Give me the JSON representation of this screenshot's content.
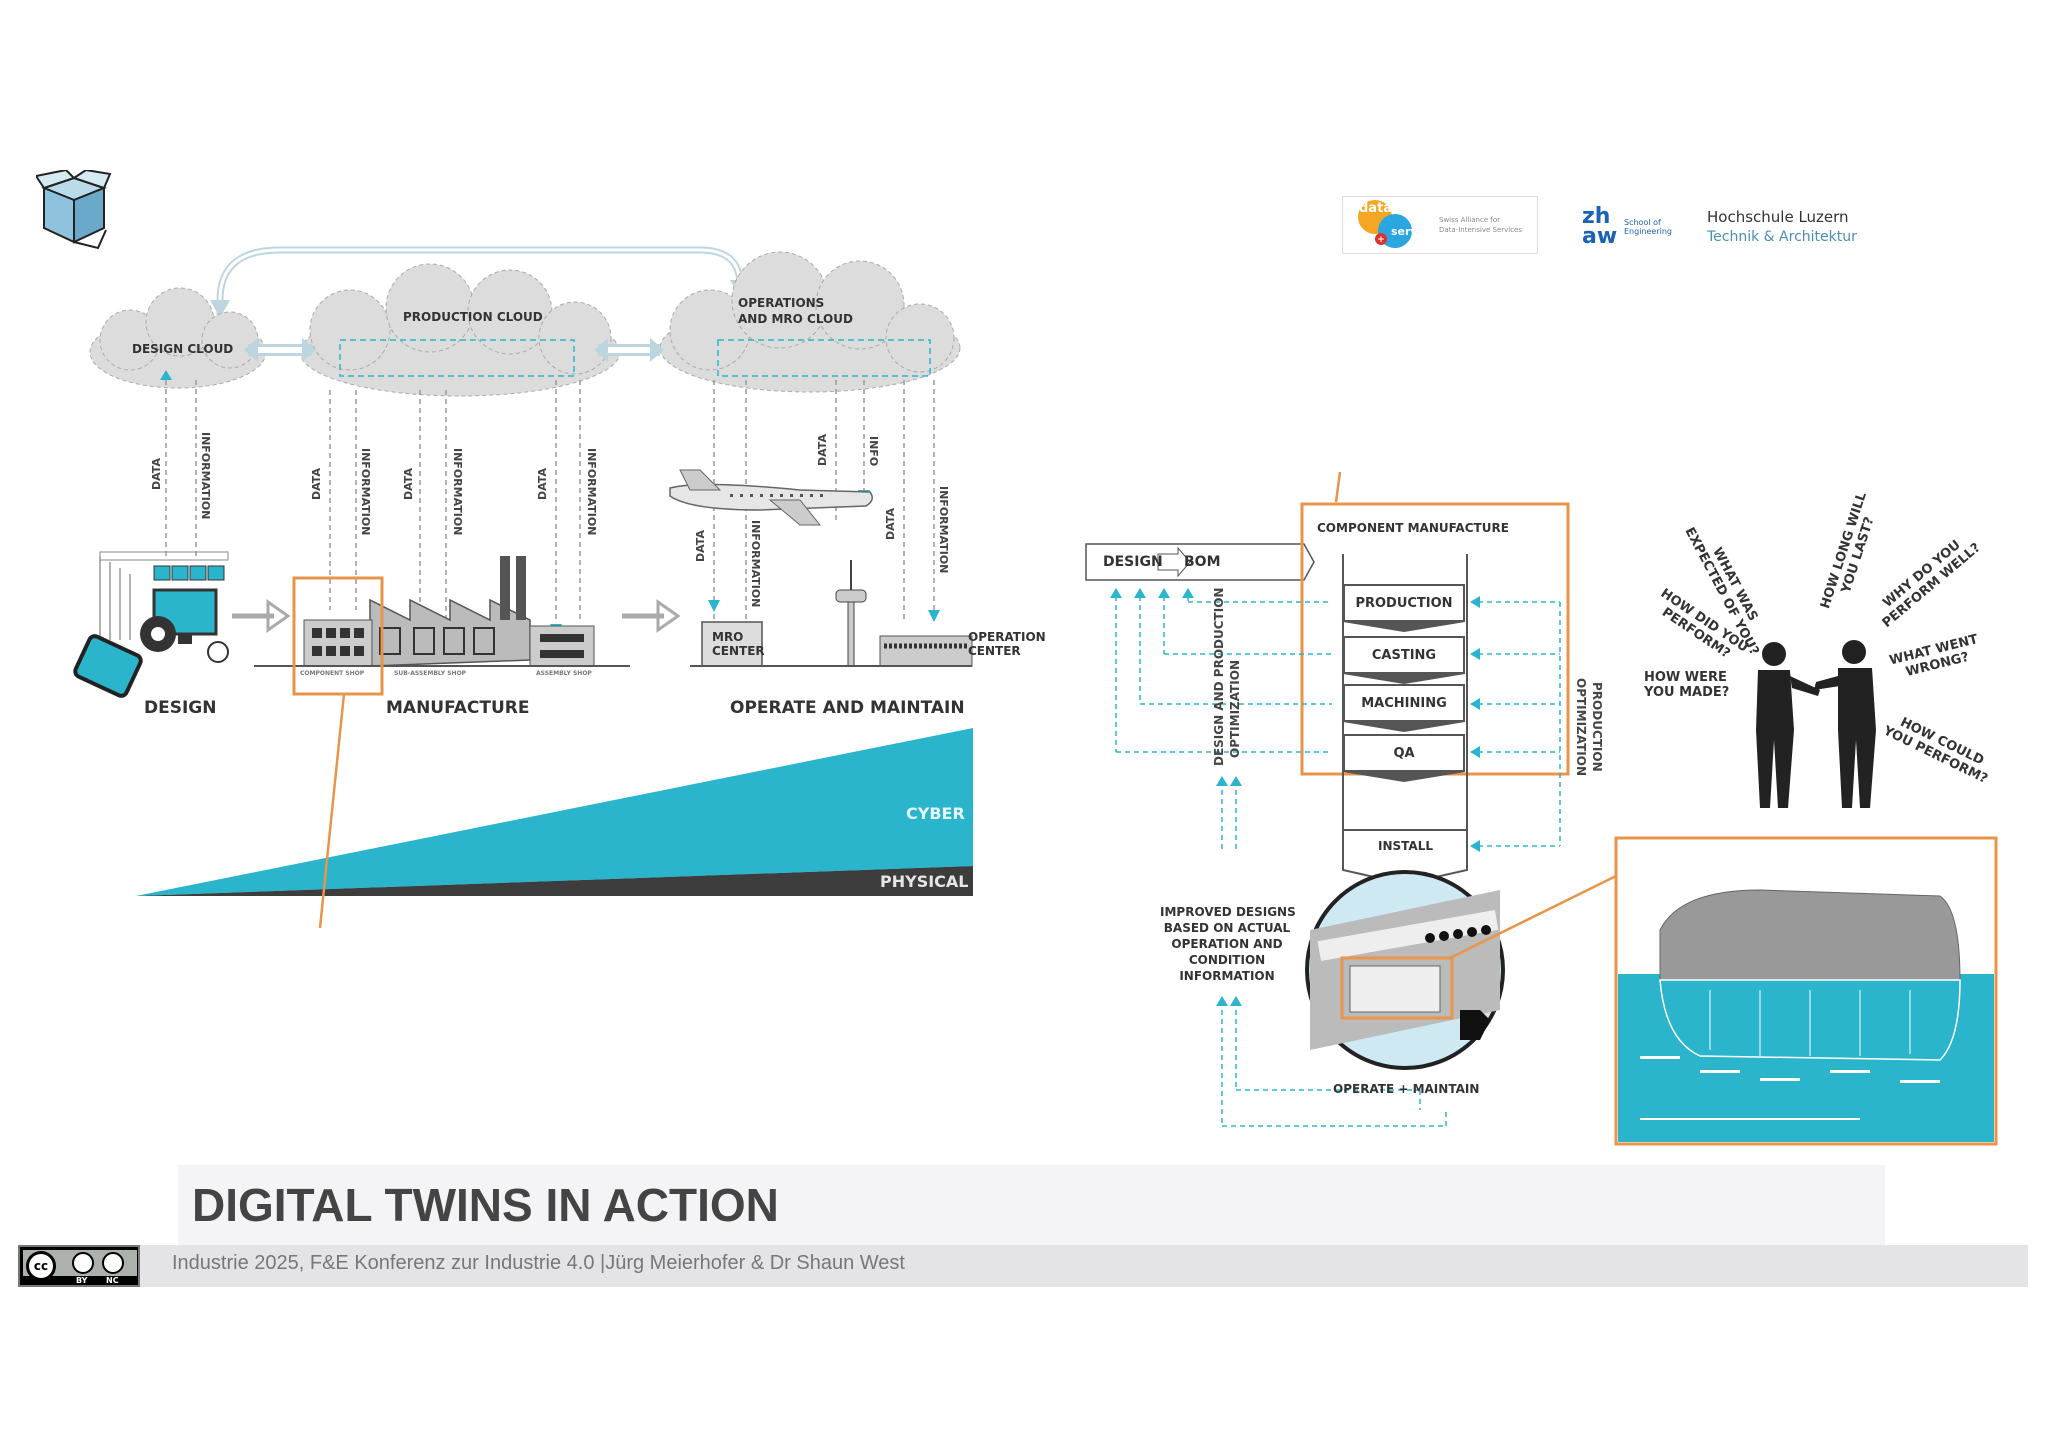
{
  "left_diagram": {
    "clouds": {
      "design": "DESIGN CLOUD",
      "production": "PRODUCTION CLOUD",
      "operations_line1": "OPERATIONS",
      "operations_line2": "AND MRO CLOUD"
    },
    "flow_labels": {
      "data": "DATA",
      "information": "INFORMATION",
      "info": "INFO"
    },
    "sites": {
      "mro_line1": "MRO",
      "mro_line2": "CENTER",
      "operation_line1": "OPERATION",
      "operation_line2": "CENTER",
      "component_shop": "COMPONENT SHOP",
      "sub_assembly_shop": "SUB-ASSEMBLY SHOP",
      "assembly_shop": "ASSEMBLY SHOP"
    },
    "phases": {
      "design": "DESIGN",
      "manufacture": "MANUFACTURE",
      "operate": "OPERATE AND MAINTAIN"
    },
    "wedge": {
      "cyber": "CYBER",
      "physical": "PHYSICAL"
    }
  },
  "right_diagram": {
    "design_bom": {
      "design": "DESIGN",
      "bom": "BOM"
    },
    "component_manufacture": "COMPONENT MANUFACTURE",
    "stages": [
      "PRODUCTION",
      "CASTING",
      "MACHINING",
      "QA",
      "INSTALL"
    ],
    "left_vertical_line1": "DESIGN AND PRODUCTION",
    "left_vertical_line2": "OPTIMIZATION",
    "right_vertical_line1": "PRODUCTION",
    "right_vertical_line2": "OPTIMIZATION",
    "improved_designs": [
      "IMPROVED DESIGNS",
      "BASED ON ACTUAL",
      "OPERATION AND",
      "CONDITION",
      "INFORMATION"
    ],
    "operate_maintain": "OPERATE + MAINTAIN"
  },
  "questions": {
    "what_was_expected": [
      "WHAT WAS",
      "EXPECTED OF YOU?"
    ],
    "how_long": [
      "HOW LONG WILL",
      "YOU LAST?"
    ],
    "how_did_you_perform": [
      "HOW DID YOU",
      "PERFORM?"
    ],
    "why_perform_well": [
      "WHY DO YOU",
      "PERFORM WELL?"
    ],
    "how_made": [
      "HOW WERE",
      "YOU MADE?"
    ],
    "what_went_wrong": [
      "WHAT WENT",
      "WRONG?"
    ],
    "how_could_perform": [
      "HOW COULD",
      "YOU PERFORM?"
    ]
  },
  "logos": {
    "data_service_word1": "data",
    "data_service_word2": "service",
    "data_service_tagline1": "Swiss Alliance for",
    "data_service_tagline2": "Data-Intensive Services",
    "zhaw_top": "zh",
    "zhaw_bottom": "aw",
    "zhaw_school1": "School of",
    "zhaw_school2": "Engineering",
    "hslu_name": "Hochschule Luzern",
    "hslu_dept": "Technik & Architektur"
  },
  "title": "DIGITAL TWINS IN ACTION",
  "footer": "Industrie 2025, F&E Konferenz zur Industrie 4.0 |Jürg Meierhofer & Dr Shaun West",
  "license": {
    "cc": "cc",
    "by": "BY",
    "nc": "NC"
  },
  "colors": {
    "teal": "#2bb5cc",
    "orange": "#e8944a",
    "dark": "#3d3d3d",
    "cloud": "#d9d9d9"
  }
}
